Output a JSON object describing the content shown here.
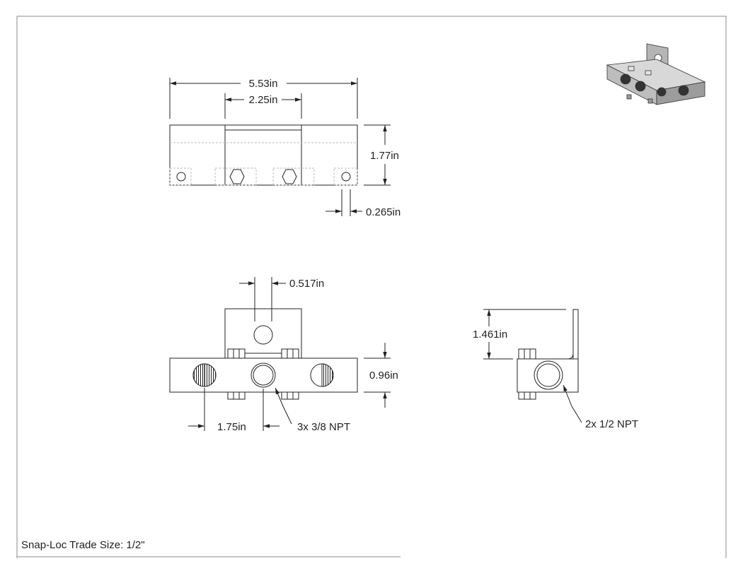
{
  "title_block": {
    "caption": "Snap-Loc Trade Size: 1/2\""
  },
  "top_view": {
    "overall_width": "5.53in",
    "bracket_width": "2.25in",
    "height": "1.77in",
    "hole_offset": "0.265in"
  },
  "front_view": {
    "hole_diameter": "0.517in",
    "body_height": "0.96in",
    "port_spacing": "1.75in",
    "port_callout": "3x 3/8 NPT"
  },
  "side_view": {
    "overall_height": "1.461in",
    "port_callout": "2x 1/2 NPT"
  },
  "colors": {
    "line": "#222222",
    "thin": "#555555",
    "metal_light": "#c9c9c9",
    "metal_dark": "#7a7a7a"
  }
}
